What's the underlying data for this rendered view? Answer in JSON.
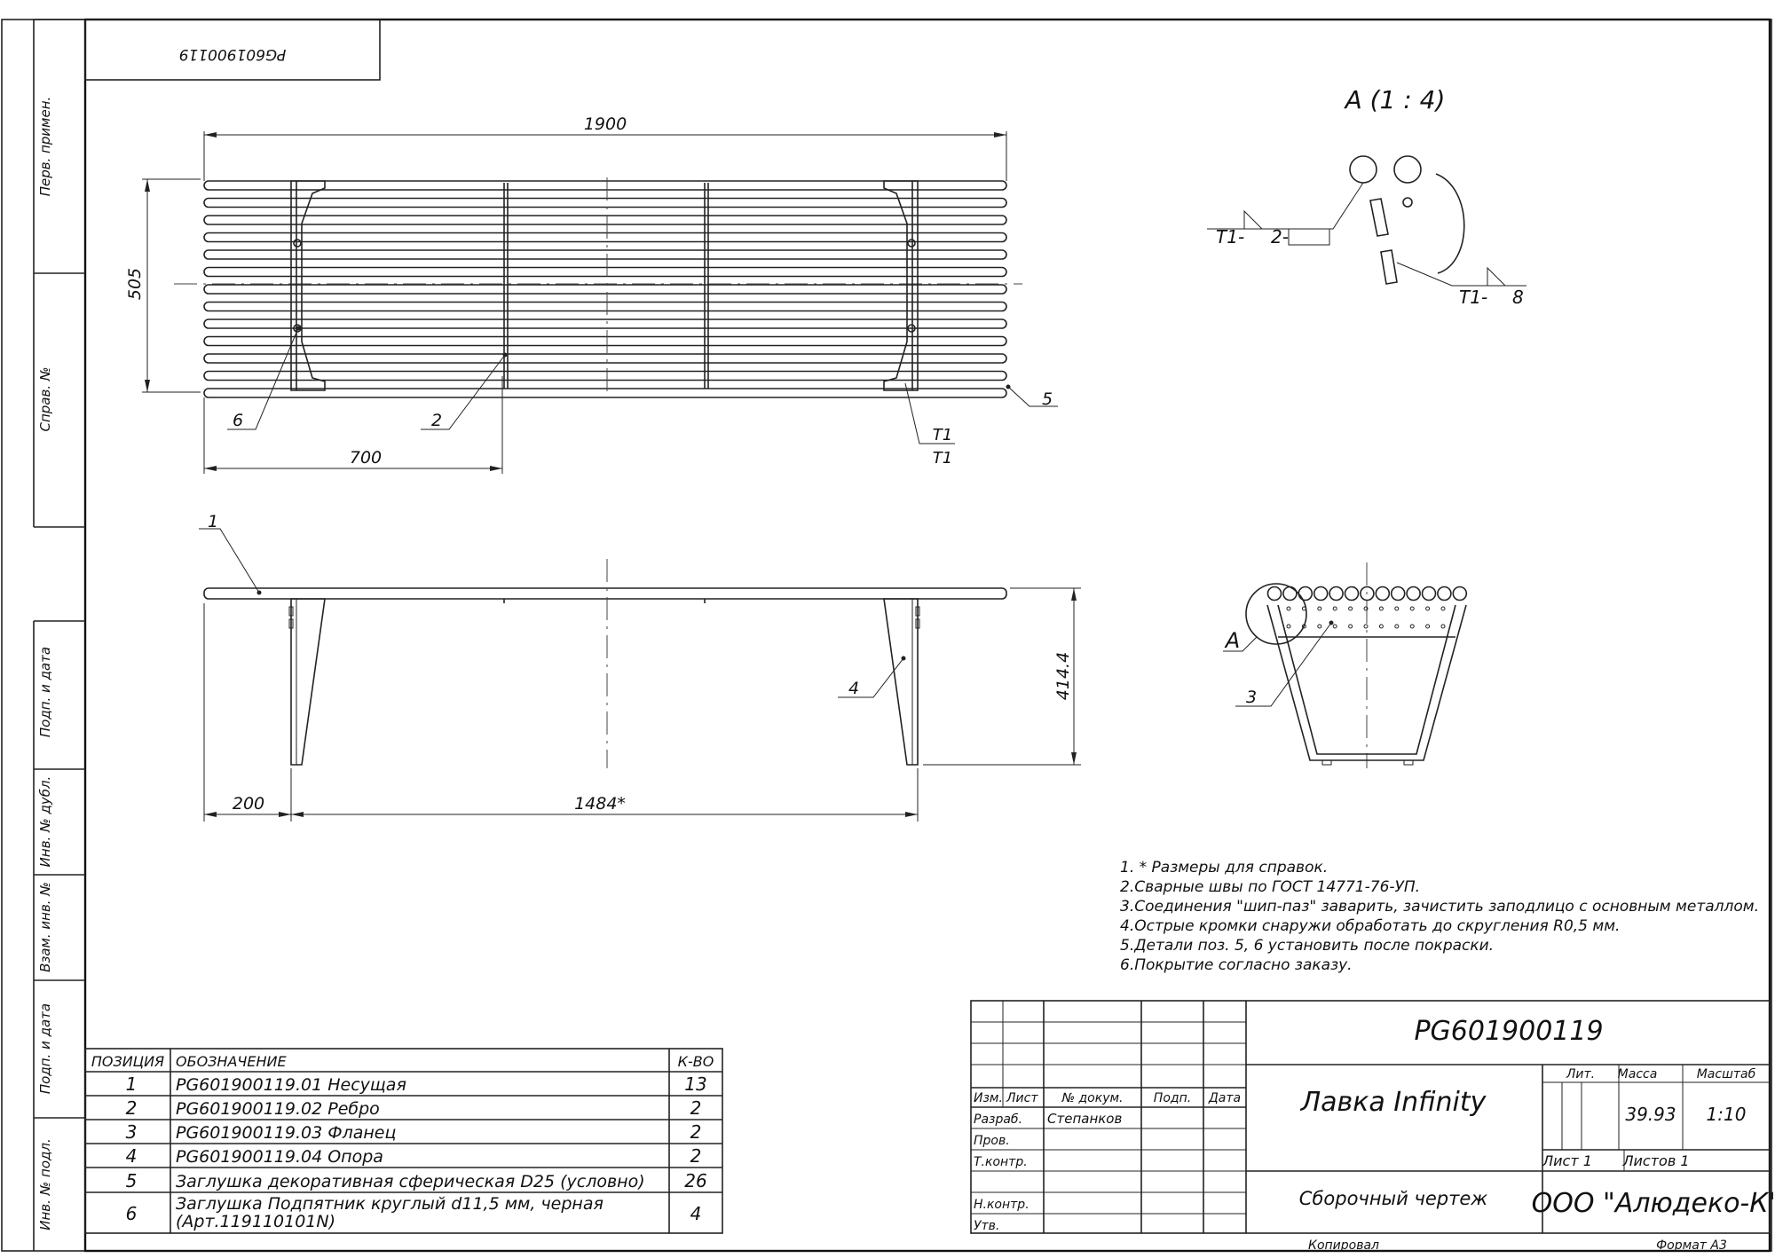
{
  "drawing": {
    "top_code_box": "PG601900119",
    "views": {
      "top": {
        "dim_length": "1900",
        "dim_width": "505",
        "dim_offset": "700",
        "leaders": [
          "6",
          "2",
          "5"
        ],
        "weld_labels": [
          "T1",
          "T1"
        ]
      },
      "front": {
        "leaders": [
          "1",
          "4"
        ],
        "dim_height": "414.4",
        "dim_left": "200",
        "dim_span": "1484*"
      },
      "side": {
        "leaders": [
          "A",
          "3"
        ]
      },
      "detail": {
        "title": "А (1 : 4)",
        "weld_left_symbol": "T1-",
        "weld_left_size": "2-",
        "weld_right_symbol": "T1-",
        "weld_right_size": "8"
      }
    },
    "notes": [
      "1. * Размеры для справок.",
      "2.Сварные швы по ГОСТ 14771-76-УП.",
      "3.Соединения \"шип-паз\" заварить, зачистить заподлицо с основным металлом.",
      "4.Острые кромки снаружи обработать до скругления R0,5 мм.",
      "5.Детали поз. 5, 6 установить после покраски.",
      "6.Покрытие согласно заказу."
    ]
  },
  "side_stamp": [
    "Перв. примен.",
    "Справ. №",
    "Подп. и дата",
    "Инв. № дубл.",
    "Взам. инв. №",
    "Подп. и дата",
    "Инв. № подл."
  ],
  "parts_table": {
    "headers": [
      "ПОЗИЦИЯ",
      "ОБОЗНАЧЕНИЕ",
      "К-ВО"
    ],
    "rows": [
      {
        "pos": "1",
        "name": "PG601900119.01 Несущая",
        "qty": "13"
      },
      {
        "pos": "2",
        "name": "PG601900119.02 Ребро",
        "qty": "2"
      },
      {
        "pos": "3",
        "name": "PG601900119.03 Фланец",
        "qty": "2"
      },
      {
        "pos": "4",
        "name": "PG601900119.04 Опора",
        "qty": "2"
      },
      {
        "pos": "5",
        "name": "Заглушка декоративная сферическая D25 (условно)",
        "qty": "26"
      },
      {
        "pos": "6",
        "name": "Заглушка Подпятник круглый d11,5 мм, черная",
        "name2": "(Арт.119110101N)",
        "qty": "4"
      }
    ]
  },
  "title_block": {
    "code": "PG601900119",
    "name": "Лавка Infinity",
    "doc_type": "Сборочный чертеж",
    "company": "ООО \"Алюдеко-К\"",
    "lit_label": "Лит.",
    "mass_label": "Масса",
    "scale_label": "Масштаб",
    "mass": "39.93",
    "scale": "1:10",
    "sheet": "Лист 1",
    "sheets": "Листов 1",
    "col_headers": [
      "Изм.",
      "Лист",
      "№ докум.",
      "Подп.",
      "Дата"
    ],
    "roles": [
      "Разраб.",
      "Пров.",
      "Т.контр.",
      "Н.контр.",
      "Утв."
    ],
    "developer": "Степанков",
    "copied": "Копировал",
    "format": "Формат А3"
  }
}
